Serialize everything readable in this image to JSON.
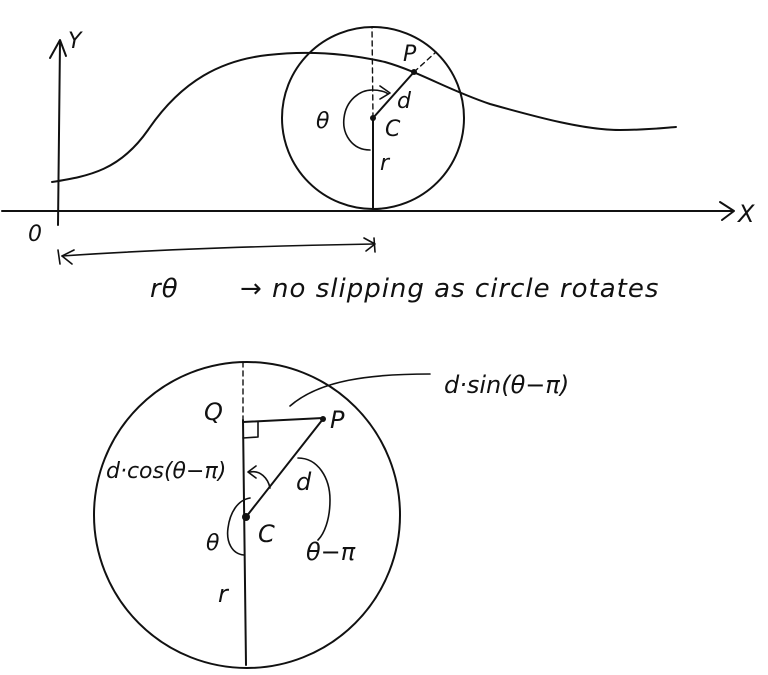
{
  "top": {
    "axis_y_label": "Y",
    "axis_x_label": "X",
    "origin_label": "0",
    "point_p_label": "P",
    "point_c_label": "C",
    "d_label": "d",
    "r_label": "r",
    "theta_label": "θ",
    "arc_length_label": "rθ",
    "caption": "→ no slipping as circle rotates"
  },
  "bottom": {
    "d_sin_label": "d·sin(θ−π)",
    "q_label": "Q",
    "p_label": "P",
    "d_cos_label": "d·cos(θ−π)",
    "d_label": "d",
    "c_label": "C",
    "theta_label": "θ",
    "theta_minus_pi_label": "θ−π",
    "r_label": "r"
  }
}
